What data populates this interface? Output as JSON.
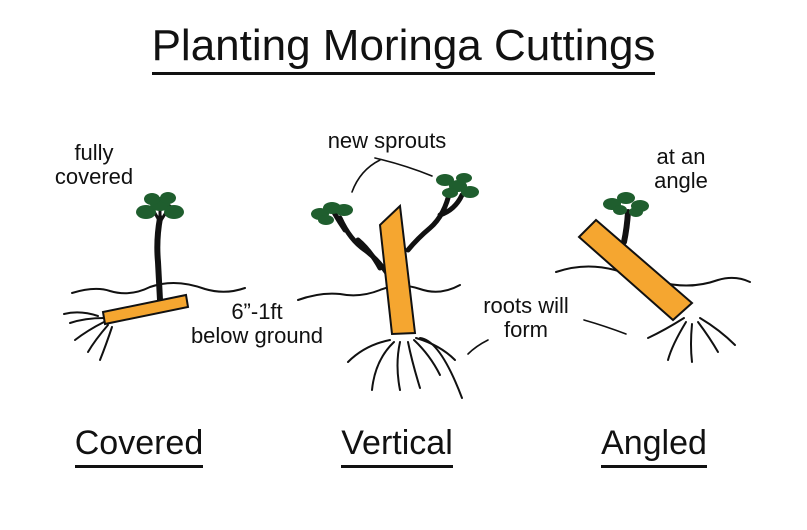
{
  "title": "Planting Moringa Cuttings",
  "annotations": {
    "fully_covered": "fully\ncovered",
    "new_sprouts": "new sprouts",
    "at_an_angle": "at an\nangle",
    "depth": "6”-1ft\nbelow ground",
    "roots_will_form": "roots will\nform"
  },
  "captions": {
    "covered": "Covered",
    "vertical": "Vertical",
    "angled": "Angled"
  },
  "colors": {
    "cutting": "#F5A630",
    "cutting_outline": "#111111",
    "leaves": "#1F5E2E",
    "ink": "#111111",
    "background": "#FFFFFF"
  }
}
